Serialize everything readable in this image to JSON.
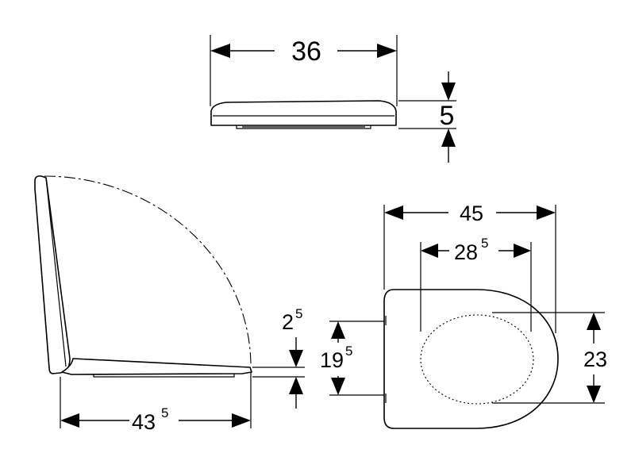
{
  "dimensions": {
    "top_width": {
      "main": "36"
    },
    "top_height": {
      "main": "5"
    },
    "side_thickness": {
      "main": "2",
      "sup": "5"
    },
    "side_length": {
      "main": "43",
      "sup": "5"
    },
    "plan_outer_width": {
      "main": "45"
    },
    "plan_inner_width": {
      "main": "28",
      "sup": "5"
    },
    "plan_hinge_spacing": {
      "main": "19",
      "sup": "5"
    },
    "plan_opening_height": {
      "main": "23"
    }
  }
}
